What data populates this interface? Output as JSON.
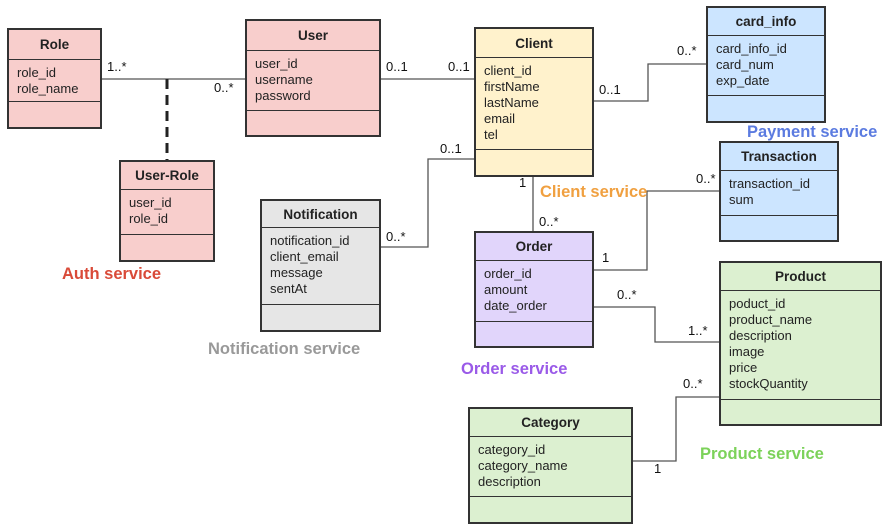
{
  "entities": {
    "role": {
      "title": "Role",
      "fill": "#f8cecc",
      "attributes": [
        "role_id",
        "role_name"
      ]
    },
    "user": {
      "title": "User",
      "fill": "#f8cecc",
      "attributes": [
        "user_id",
        "username",
        "password"
      ]
    },
    "user_role": {
      "title": "User-Role",
      "fill": "#f8cecc",
      "attributes": [
        "user_id",
        "role_id"
      ]
    },
    "client": {
      "title": "Client",
      "fill": "#fff2cc",
      "attributes": [
        "client_id",
        "firstName",
        "lastName",
        "email",
        "tel"
      ]
    },
    "card_info": {
      "title": "card_info",
      "fill": "#cce5ff",
      "attributes": [
        "card_info_id",
        "card_num",
        "exp_date"
      ]
    },
    "transaction": {
      "title": "Transaction",
      "fill": "#cce5ff",
      "attributes": [
        "transaction_id",
        "sum"
      ]
    },
    "notification": {
      "title": "Notification",
      "fill": "#e6e6e6",
      "attributes": [
        "notification_id",
        "client_email",
        "message",
        "sentAt"
      ]
    },
    "order": {
      "title": "Order",
      "fill": "#e1d5fb",
      "attributes": [
        "order_id",
        "amount",
        "date_order"
      ]
    },
    "product": {
      "title": "Product",
      "fill": "#dcf0d0",
      "attributes": [
        "poduct_id",
        "product_name",
        "description",
        "image",
        "price",
        "stockQuantity"
      ]
    },
    "category": {
      "title": "Category",
      "fill": "#dcf0d0",
      "attributes": [
        "category_id",
        "category_name",
        "description"
      ]
    }
  },
  "multiplicities": {
    "role_user_role": "1..*",
    "user_role_user": "0..*",
    "user_client_user": "0..1",
    "user_client_client": "0..1",
    "client_card_client": "0..1",
    "client_card_card": "0..*",
    "client_notif_client": "0..1",
    "client_notif_notif": "0..*",
    "client_order_client": "1",
    "client_order_order": "0..*",
    "order_trans_order": "1",
    "order_trans_trans": "0..*",
    "order_product_order": "0..*",
    "order_product_product": "1..*",
    "product_category_product": "0..*",
    "product_category_category": "1"
  },
  "services": {
    "auth": {
      "label": "Auth service",
      "color": "#d94a38"
    },
    "payment": {
      "label": "Payment service",
      "color": "#5b7be0"
    },
    "client": {
      "label": "Client service",
      "color": "#f0a040"
    },
    "notification": {
      "label": "Notification service",
      "color": "#999999"
    },
    "order": {
      "label": "Order service",
      "color": "#9a5ae8"
    },
    "product": {
      "label": "Product service",
      "color": "#7cd25a"
    }
  }
}
